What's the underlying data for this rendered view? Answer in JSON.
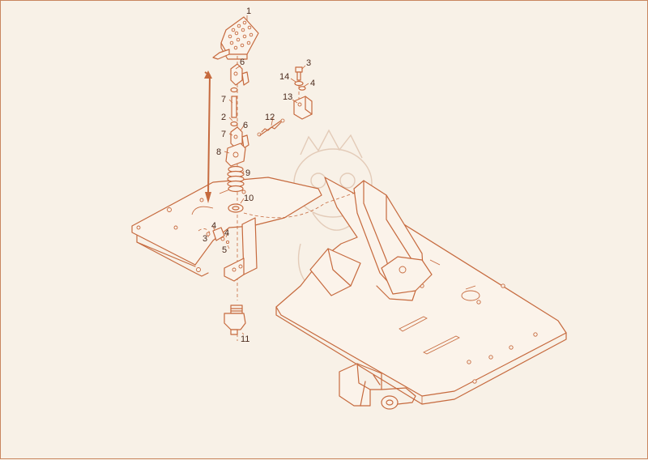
{
  "diagram": {
    "callouts": [
      {
        "id": "c1",
        "text": "1"
      },
      {
        "id": "c6a",
        "text": "6"
      },
      {
        "id": "c3a",
        "text": "3"
      },
      {
        "id": "c14",
        "text": "14"
      },
      {
        "id": "c4a",
        "text": "4"
      },
      {
        "id": "c13",
        "text": "13"
      },
      {
        "id": "c7a",
        "text": "7"
      },
      {
        "id": "c2",
        "text": "2"
      },
      {
        "id": "c12",
        "text": "12"
      },
      {
        "id": "c7b",
        "text": "7"
      },
      {
        "id": "c6b",
        "text": "6"
      },
      {
        "id": "c8",
        "text": "8"
      },
      {
        "id": "c9",
        "text": "9"
      },
      {
        "id": "c10",
        "text": "10"
      },
      {
        "id": "c4b",
        "text": "4"
      },
      {
        "id": "c3b",
        "text": "3"
      },
      {
        "id": "c4c",
        "text": "4"
      },
      {
        "id": "c5",
        "text": "5"
      },
      {
        "id": "c11",
        "text": "11"
      }
    ],
    "colors": {
      "line": "#c66a3e",
      "background": "#f8f1e7",
      "label": "#4b2a1c",
      "watermark": "#e3cbb8"
    }
  }
}
